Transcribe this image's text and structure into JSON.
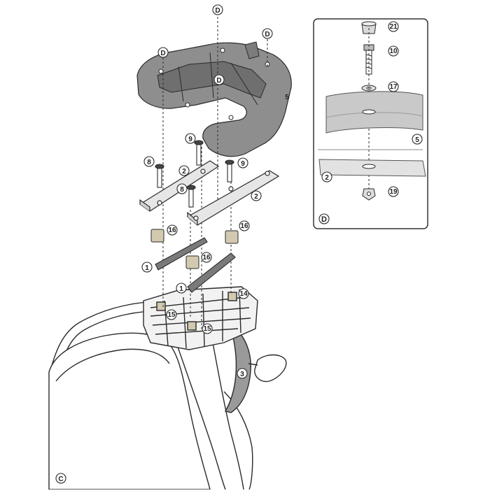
{
  "callouts": {
    "d_top": "D",
    "d_left": "D",
    "d_right": "D",
    "d_mid": "D",
    "n5": "5",
    "n9a": "9",
    "n9b": "9",
    "n8a": "8",
    "n8b": "8",
    "n2a": "2",
    "n2b": "2",
    "n16a": "16",
    "n16b": "16",
    "n16c": "16",
    "n1a": "1",
    "n1b": "1",
    "n14": "14",
    "n15a": "15",
    "n15b": "15",
    "n3": "3",
    "c": "C"
  },
  "detail": {
    "n21": "21",
    "n10": "10",
    "n17": "17",
    "n5": "5",
    "n2": "2",
    "n19": "19",
    "d": "D"
  },
  "colors": {
    "line": "#2a2a2a",
    "plate_fill": "#8e8e8e",
    "plate_dark": "#6f6f6f",
    "bracket_fill": "#e6e6e6",
    "spacer_fill": "#d2c9b0",
    "detail_border": "#333333"
  }
}
